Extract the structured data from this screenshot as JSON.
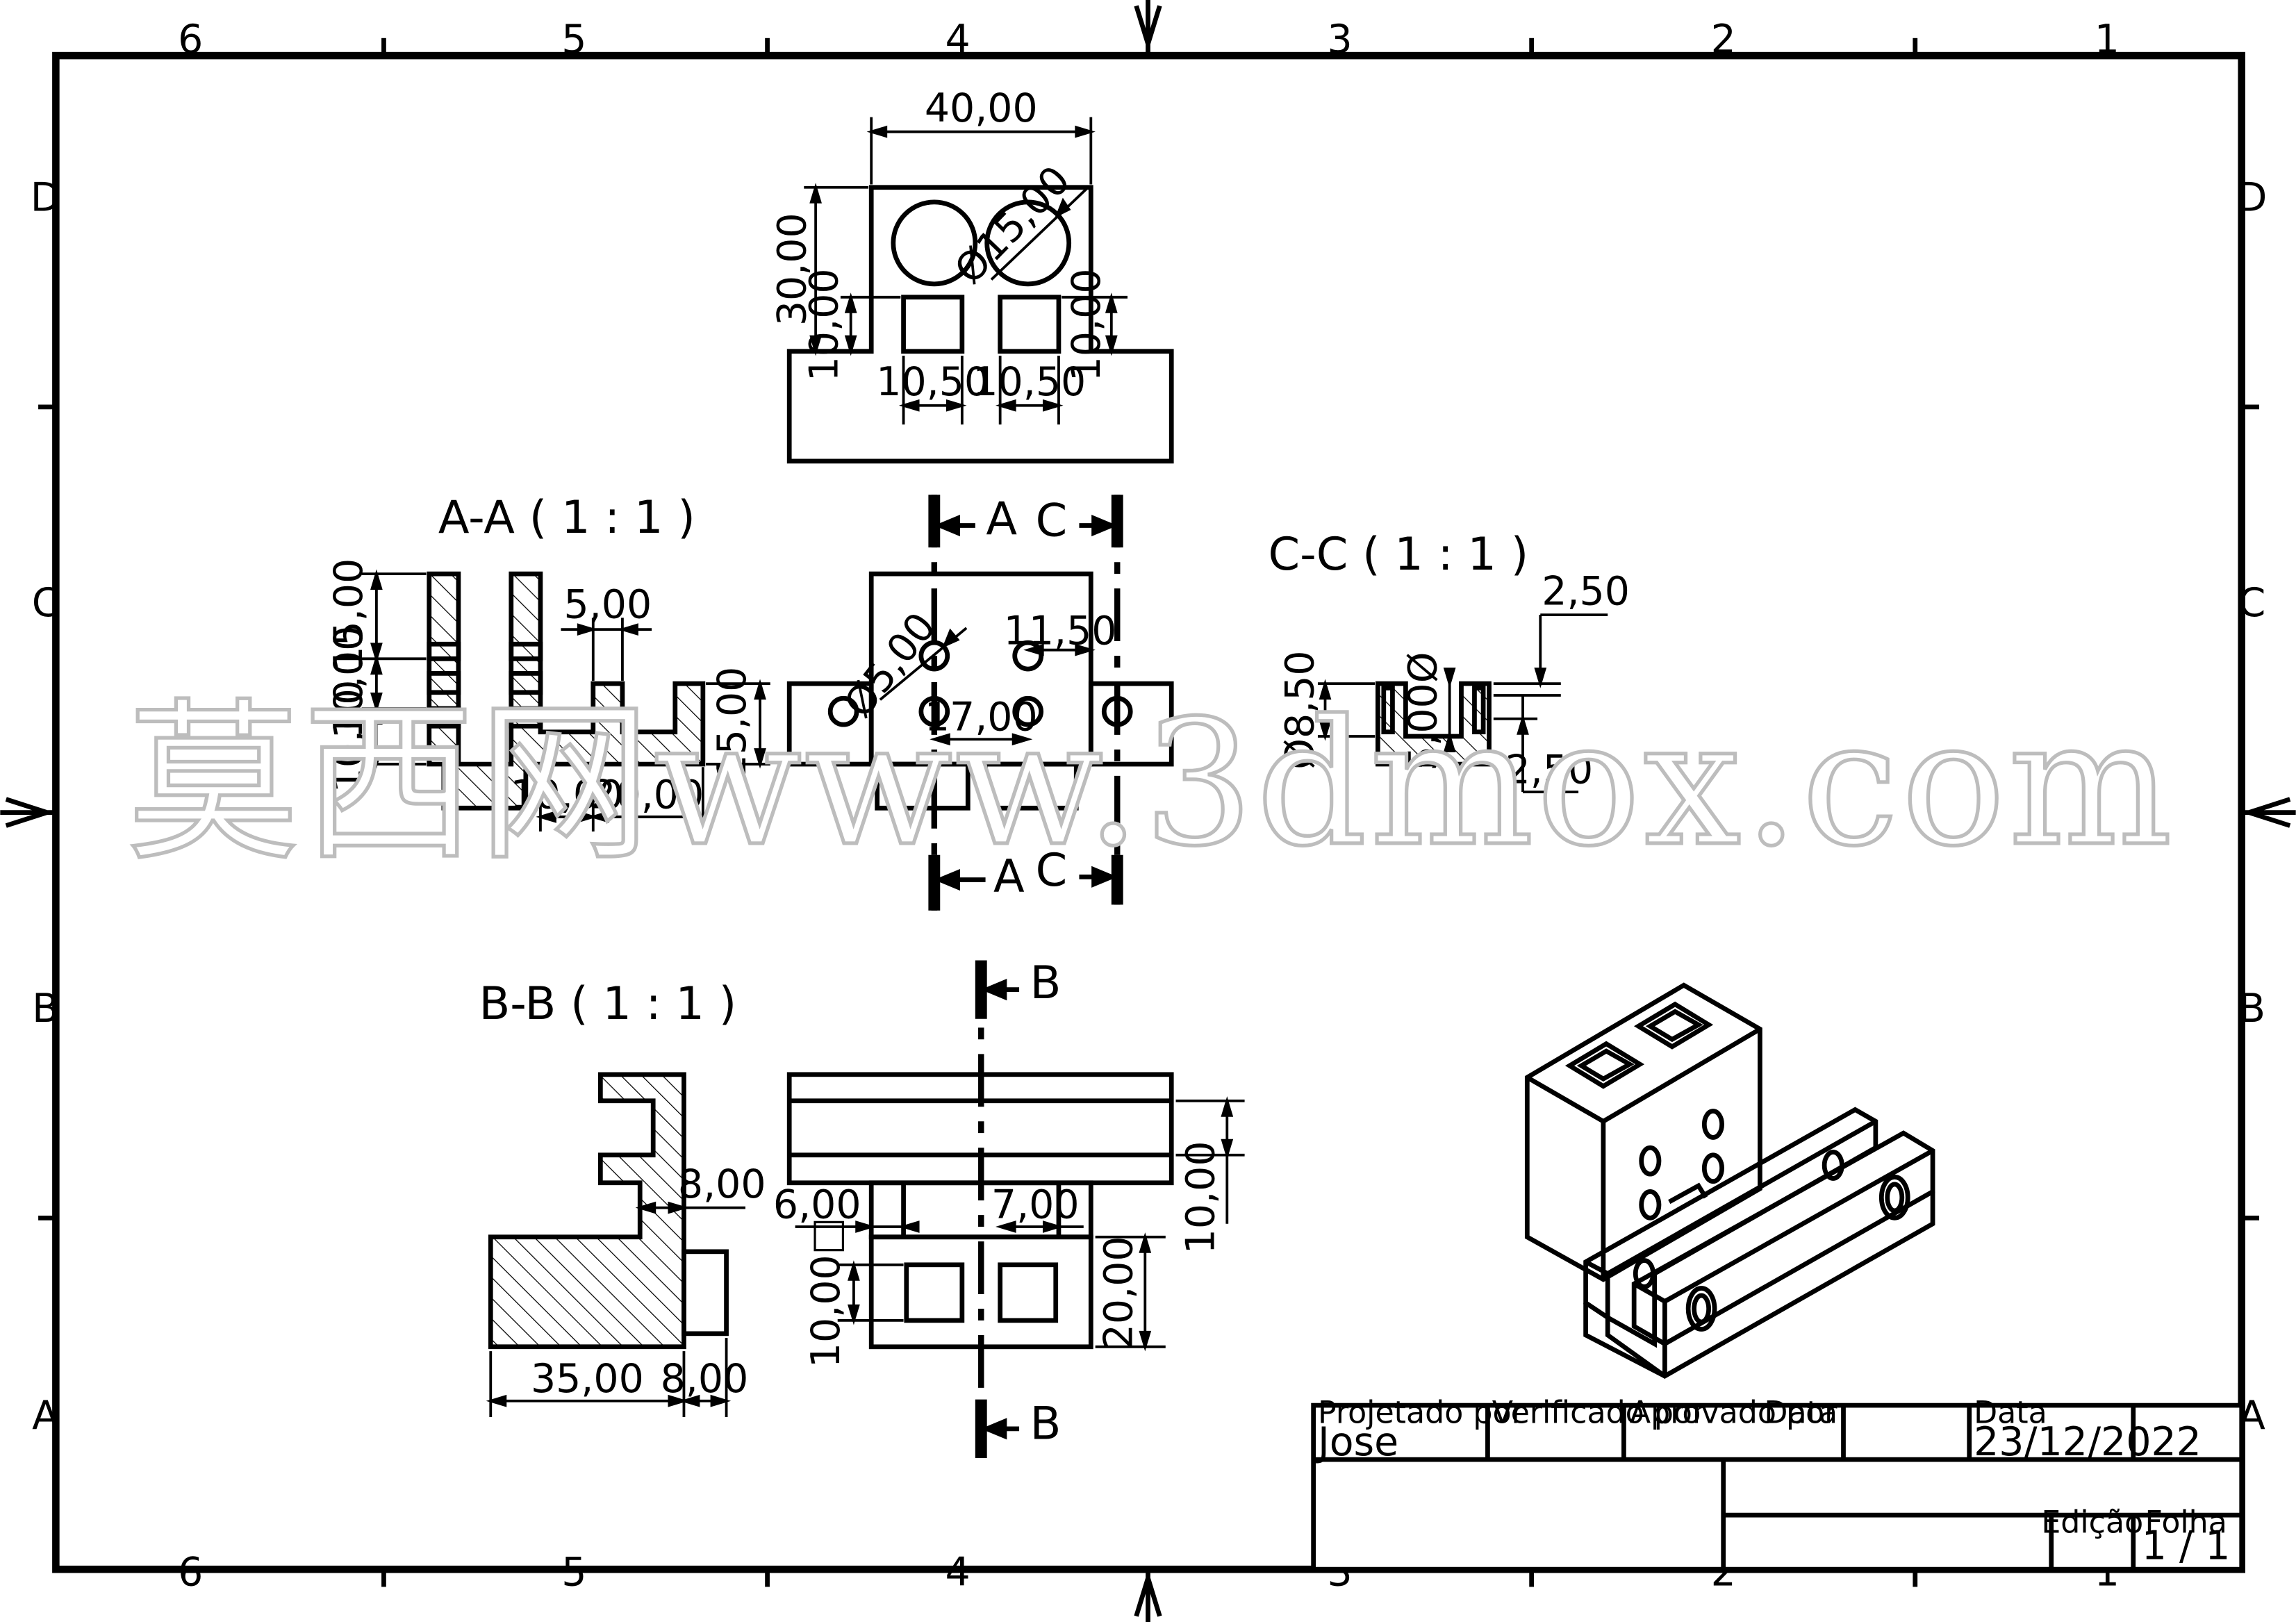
{
  "sheet": {
    "zone_columns": [
      "6",
      "5",
      "4",
      "3",
      "2",
      "1"
    ],
    "zone_rows": [
      "D",
      "C",
      "B",
      "A"
    ]
  },
  "views": {
    "section_aa": "A-A ( 1 : 1 )",
    "section_bb": "B-B ( 1 : 1 )",
    "section_cc": "C-C ( 1 : 1 )"
  },
  "cut_labels": {
    "a": "A",
    "b": "B",
    "c": "C"
  },
  "dimensions": {
    "top_width": "40,00",
    "top_height": "30,00",
    "top_hole_dia": "Ø15,00",
    "top_step_left": "10,00",
    "top_step_right": "10,00",
    "top_slot_left": "10,50",
    "top_slot_right": "10,50",
    "aa_15": "15,00",
    "aa_10a": "10,00",
    "aa_10b": "10,00",
    "aa_5": "5,00",
    "aa_15r": "15,00",
    "aa_10h": "10,00",
    "aa_20h": "20,00",
    "front_hole_dia": "Ø5,00",
    "front_1150": "11,50",
    "front_17": "17,00",
    "cc_250a": "2,50",
    "cc_850": "Ø8,50",
    "cc_500": "5,00Ø",
    "cc_250b": "2,50",
    "bb_8": "8,00",
    "bb_35": "35,00",
    "bb_8b": "8,00",
    "side_6": "6,00",
    "side_7": "7,00",
    "side_10r": "10,00",
    "side_10sq": "10,00□",
    "side_20": "20,00"
  },
  "watermark": "莫西网www.3dmox.com",
  "title_block": {
    "designed_by_label": "Projetado por",
    "designed_by_value": "Jose",
    "checked_by_label": "Verificado por",
    "approved_by_label": "Aprovado por",
    "date_label_1": "Data",
    "date_label_2": "Data",
    "date_value": "23/12/2022",
    "edition_label": "Edição",
    "sheet_label": "Folha",
    "sheet_value": "1 / 1"
  }
}
